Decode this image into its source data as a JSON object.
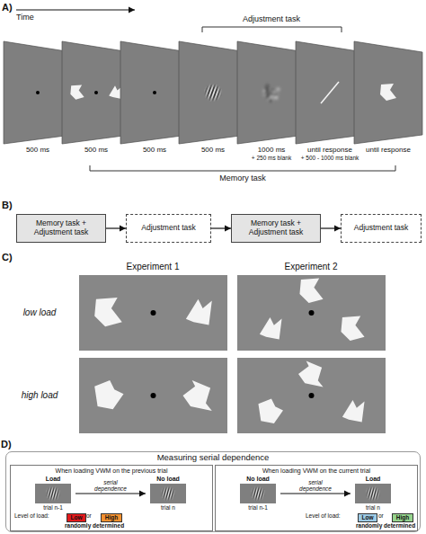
{
  "diagram": {
    "nodes": [
      {
        "text": [
          "Memory task + Adjustment task"
        ]
      },
      {
        "text": [
          "Adjustment task"
        ]
      },
      {
        "text": [
          "Memory task + Adjustment task"
        ]
      },
      {
        "text": [
          "Adjustment task"
        ]
      },
      {
        "text": [
          "Measuring serial dependence"
        ]
      },
      {
        "text": [
          "When loading VWM on the previous trial"
        ],
        "in": 4
      },
      {
        "text": [
          "Load",
          "trial n-1"
        ],
        "in": 5
      },
      {
        "text": [
          "No load",
          "trial n"
        ],
        "in": 5
      },
      {
        "text": [
          "Low"
        ],
        "in": 5
      },
      {
        "text": [
          "High"
        ],
        "in": 5
      },
      {
        "text": [
          "When loading VWM on the current trial"
        ],
        "in": 4
      },
      {
        "text": [
          "No load",
          "trial n-1"
        ],
        "in": 10
      },
      {
        "text": [
          "Load",
          "trial n"
        ],
        "in": 10
      },
      {
        "text": [
          "Low"
        ],
        "in": 10
      },
      {
        "text": [
          "High"
        ],
        "in": 10
      }
    ],
    "edges": [
      {
        "from": 0,
        "to": 1,
        "arrow": "to"
      },
      {
        "from": 1,
        "to": 2,
        "arrow": "to"
      },
      {
        "from": 2,
        "to": 3,
        "arrow": "to"
      },
      {
        "from": 6,
        "to": 7,
        "label": "serial dependence",
        "arrow": "to"
      },
      {
        "from": 11,
        "to": 12,
        "label": "serial dependence",
        "arrow": "to"
      }
    ],
    "labels": [
      "A)",
      "Time",
      "Adjustment task",
      "500 ms",
      "500 ms",
      "500 ms",
      "500 ms",
      "1000 ms",
      "+ 250 ms blank",
      "until response",
      "+ 500 - 1000 ms blank",
      "until response",
      "Memory task",
      "B)",
      "C)",
      "Experiment 1",
      "Experiment 2",
      "low load",
      "high load",
      "D)",
      "Level of load:",
      "or",
      "randomly determined",
      "Level of load:",
      "or",
      "randomly determined"
    ]
  }
}
